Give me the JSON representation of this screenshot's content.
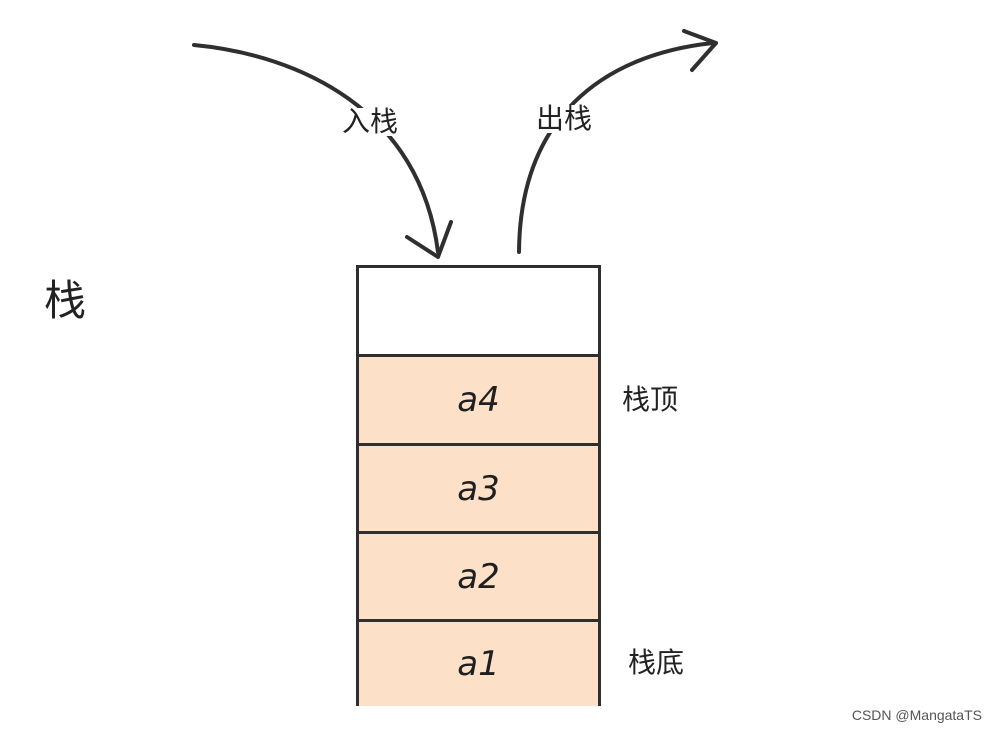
{
  "diagram": {
    "title": "栈",
    "push_label": "入栈",
    "pop_label": "出栈",
    "top_label": "栈顶",
    "bottom_label": "栈底",
    "empty_slot": "",
    "stack_items": [
      "a4",
      "a3",
      "a2",
      "a1"
    ],
    "fill_color": "#fde0c8",
    "line_color": "#2f2f2f"
  },
  "watermark": "CSDN @MangataTS"
}
